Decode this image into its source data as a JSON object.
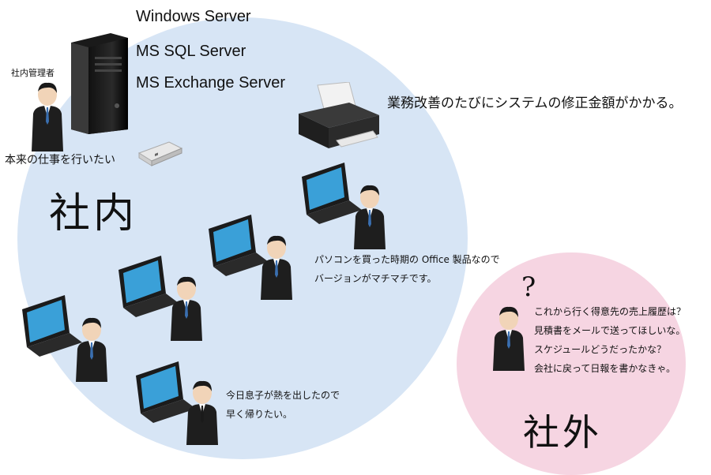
{
  "servers": [
    "Windows Server",
    "MS SQL Server",
    "MS Exchange Server"
  ],
  "admin_label": "社内管理者",
  "admin_wish": "本来の仕事を行いたい",
  "inside_label": "社内",
  "outside_label": "社外",
  "cost_note": "業務改善のたびにシステムの修正金額がかかる。",
  "version_note": [
    "パソコンを買った時期の Office 製品なので",
    "バージョンがマチマチです。"
  ],
  "sick_note": [
    "今日息子が熱を出したので",
    "早く帰りたい。"
  ],
  "question_mark": "?",
  "outside_questions": [
    "これから行く得意先の売上履歴は？",
    "見積書をメールで送ってほしいな。",
    "スケジュールどうだったかな？",
    "会社に戻って日報を書かなきゃ。"
  ]
}
